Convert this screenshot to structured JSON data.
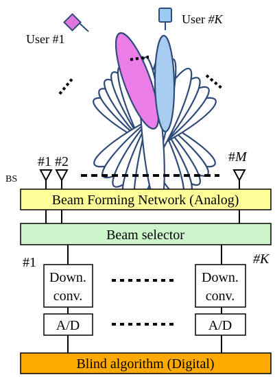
{
  "users": {
    "user1": "User #1",
    "userK_prefix": "User ",
    "userK_suffix": "#K",
    "user1_color": "#dd77dd",
    "userK_color": "#99ccf0"
  },
  "antennas": {
    "a1": "#1",
    "a2": "#2",
    "aM_hash": "#",
    "aM_letter": "M",
    "bs": "BS"
  },
  "blocks": {
    "bfn": {
      "label": "Beam Forming Network (Analog)",
      "color": "#ffff99"
    },
    "selector": {
      "label": "Beam selector",
      "color": "#ccf5cc"
    },
    "blind": {
      "label": "Blind algorithm (Digital)",
      "color": "#ffaa00"
    }
  },
  "chains": {
    "first": "#1",
    "last": "#K",
    "down_line1": "Down.",
    "down_line2": "conv.",
    "ad": "A/D"
  },
  "colors": {
    "beam_stroke": "#2f4a78",
    "beam_fill": "#ffffff",
    "beam_user1": "#ea7de8",
    "beam_userK": "#a8ccf0"
  }
}
